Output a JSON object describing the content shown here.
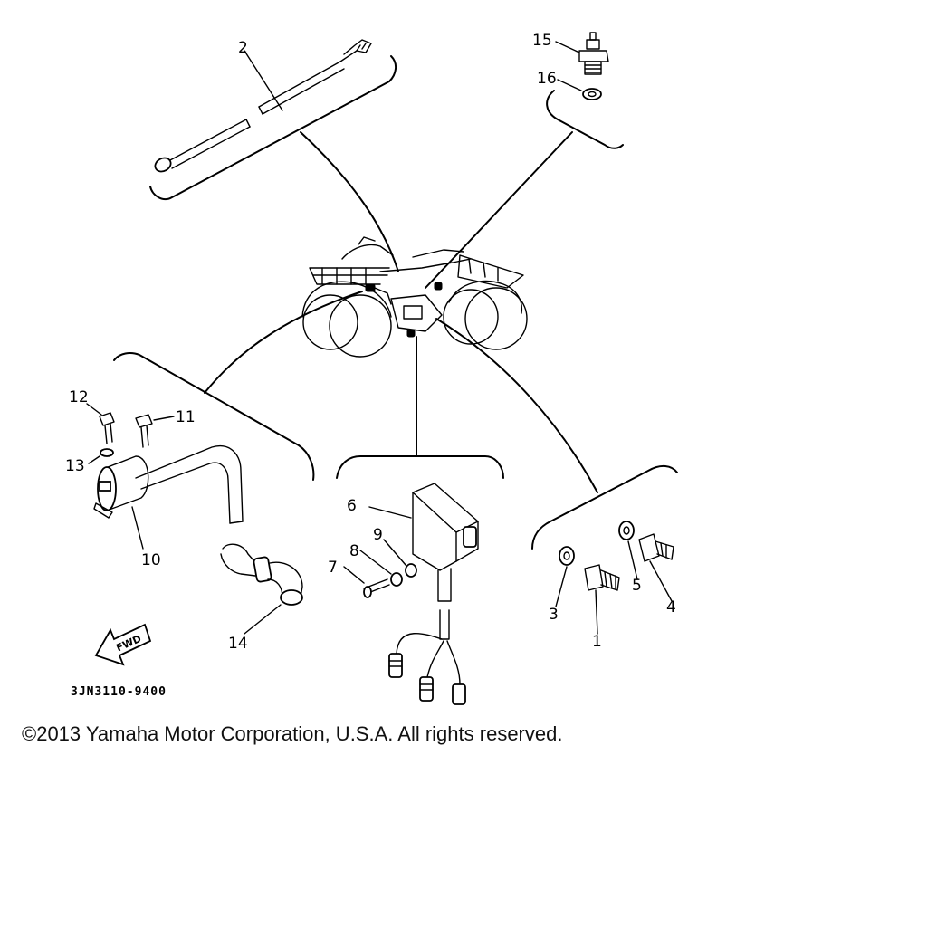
{
  "diagram": {
    "callouts": {
      "p1": "1",
      "p2": "2",
      "p3": "3",
      "p4": "4",
      "p5": "5",
      "p6": "6",
      "p7": "7",
      "p8": "8",
      "p9": "9",
      "p10": "10",
      "p11": "11",
      "p12": "12",
      "p13": "13",
      "p14": "14",
      "p15": "15",
      "p16": "16"
    },
    "direction_arrow_label": "FWD",
    "part_code": "3JN3110-9400"
  },
  "footer": {
    "copyright": "©2013 Yamaha Motor Corporation, U.S.A. All rights reserved."
  }
}
